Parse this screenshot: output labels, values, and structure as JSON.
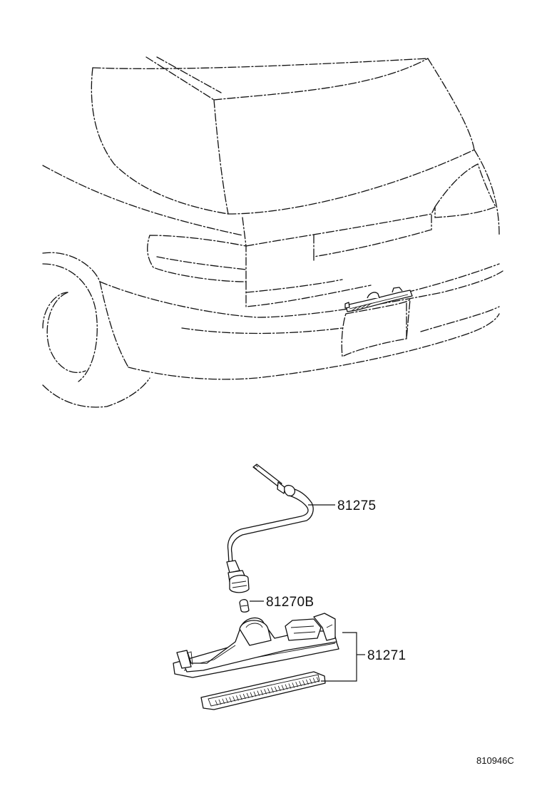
{
  "diagram": {
    "callouts": [
      {
        "part_number": "81275"
      },
      {
        "part_number": "81270B"
      },
      {
        "part_number": "81271"
      }
    ],
    "illustration_code": "810946C"
  }
}
